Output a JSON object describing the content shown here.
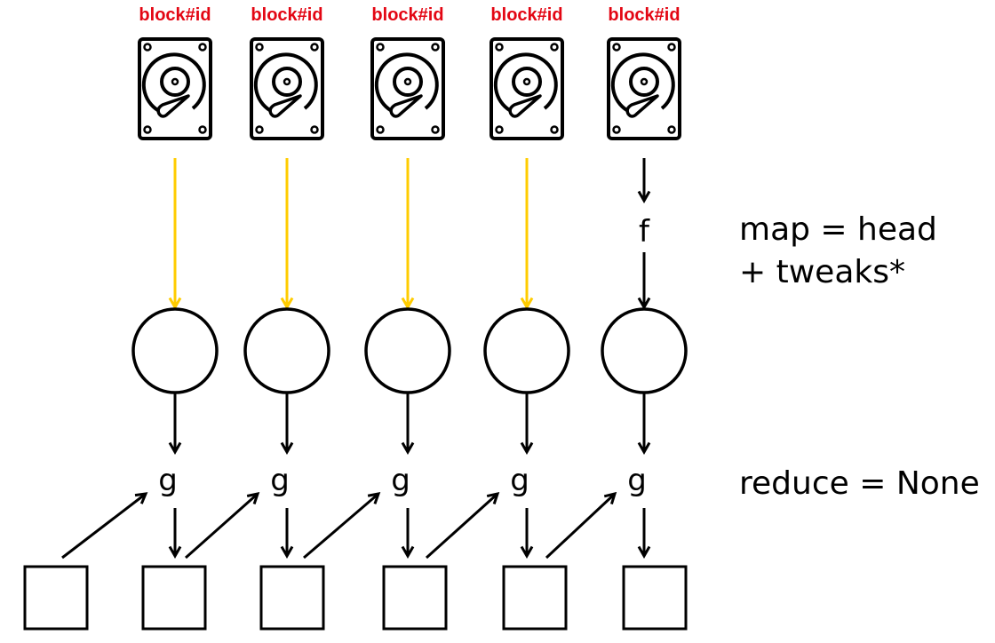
{
  "diagram": {
    "title": "",
    "columns": [
      {
        "block_label": "block#id",
        "input_arrow": "yellow",
        "has_f": false
      },
      {
        "block_label": "block#id",
        "input_arrow": "yellow",
        "has_f": false
      },
      {
        "block_label": "block#id",
        "input_arrow": "yellow",
        "has_f": false
      },
      {
        "block_label": "block#id",
        "input_arrow": "yellow",
        "has_f": false
      },
      {
        "block_label": "block#id",
        "input_arrow": "black",
        "has_f": true
      }
    ],
    "f_label": "f",
    "g_labels": [
      "g",
      "g",
      "g",
      "g",
      "g"
    ],
    "output_squares": 6,
    "annotations": {
      "map_line1": "map = head",
      "map_line2": "+ tweaks*",
      "reduce": "reduce = None"
    },
    "colors": {
      "block_label": "#e30613",
      "yellow_arrow": "#ffcc00",
      "stroke": "#000000"
    }
  }
}
